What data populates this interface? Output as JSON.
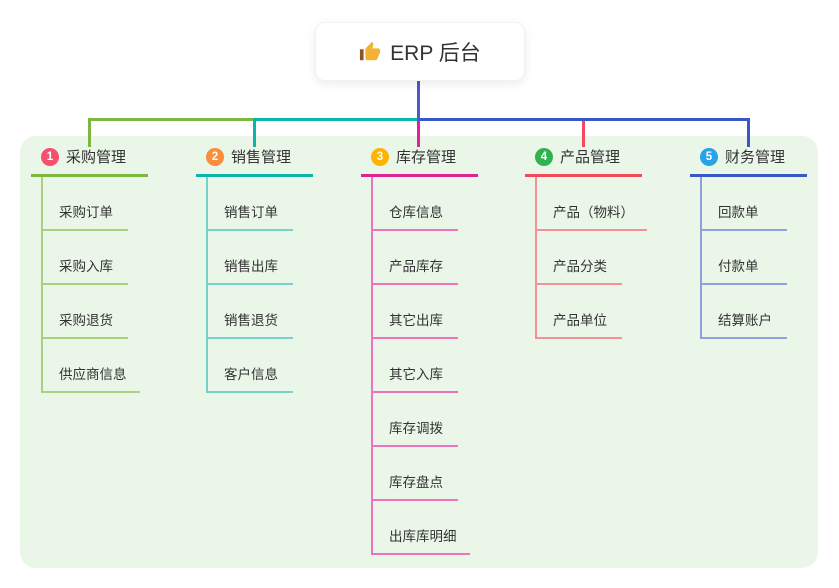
{
  "root": {
    "label": "ERP 后台",
    "icon": "thumbs-up",
    "line_color": "#4a5bc8"
  },
  "canvas": {
    "background": "#ffffff",
    "panel_background": "#eaf6e8",
    "text_color": "#333333"
  },
  "branches": [
    {
      "num": "1",
      "label": "采购管理",
      "badge_color": "#f25270",
      "line_color": "#7eb73f",
      "sub_line_color": "#aad183",
      "items": [
        "采购订单",
        "采购入库",
        "采购退货",
        "供应商信息"
      ]
    },
    {
      "num": "2",
      "label": "销售管理",
      "badge_color": "#f98e3d",
      "line_color": "#0cb5ab",
      "sub_line_color": "#79d2ca",
      "items": [
        "销售订单",
        "销售出库",
        "销售退货",
        "客户信息"
      ]
    },
    {
      "num": "3",
      "label": "库存管理",
      "badge_color": "#ffb300",
      "line_color": "#e02394",
      "sub_line_color": "#ec74bc",
      "items": [
        "仓库信息",
        "产品库存",
        "其它出库",
        "其它入库",
        "库存调拨",
        "库存盘点",
        "出库库明细"
      ]
    },
    {
      "num": "4",
      "label": "产品管理",
      "badge_color": "#2fb34f",
      "line_color": "#f4485c",
      "sub_line_color": "#f68f9a",
      "items": [
        "产品（物料）",
        "产品分类",
        "产品单位"
      ]
    },
    {
      "num": "5",
      "label": "财务管理",
      "badge_color": "#28a3e8",
      "line_color": "#3a57c8",
      "sub_line_color": "#8fa1dc",
      "items": [
        "回款单",
        "付款单",
        "结算账户"
      ]
    }
  ]
}
